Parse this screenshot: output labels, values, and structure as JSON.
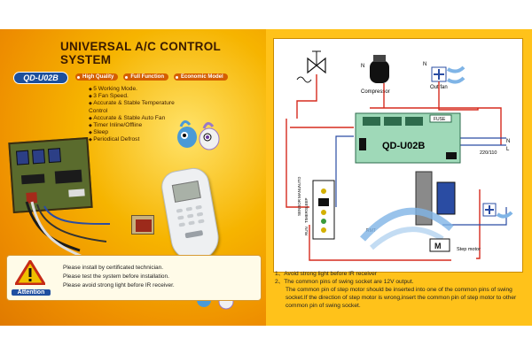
{
  "left_panel": {
    "title": "UNIVERSAL A/C CONTROL SYSTEM",
    "logo": "QD-U02B",
    "features": [
      "High Quality",
      "Full Function",
      "Economic Model"
    ],
    "bullets": [
      "5 Working Mode.",
      "3 Fan Speed.",
      "Accurate & Stable Temperature Control",
      "Accurate & Stable Auto Fan",
      "Timer Inline/Offline",
      "Sleep",
      "Periodical Defrost"
    ],
    "attention": {
      "label": "Attention",
      "lines": [
        "Please install by certificated technician.",
        "Please test the system before installation.",
        "Please avoid strong light before IR receiver."
      ]
    }
  },
  "right_panel": {
    "model": "QD-U02B",
    "labels": {
      "compressor": "Compressor",
      "out_fan": "Out fan",
      "step_motor": "Step motor",
      "voltage": "220/110",
      "fuse": "FUSE",
      "rmt": "RMT",
      "n": "N",
      "l": "L"
    },
    "side_labels": [
      "SENSOR",
      "MANU",
      "AUTO",
      "RUN",
      "TIMER",
      "SLEEP"
    ],
    "notes": [
      "1、Avoid strong light before IR receiver",
      "2、The common pins of swing socket are 12V output.",
      "The common pin of step motor should be inserted into one of the common pins of swing socket.If the direction of step motor is wrong,insert the common pin of step motor to other common pin of swing socket."
    ]
  },
  "colors": {
    "brochure_orange": "#f6b400",
    "attention_blue": "#1f4fa0",
    "wiring_red": "#d62b1e",
    "board_green": "#9fd9b8"
  }
}
